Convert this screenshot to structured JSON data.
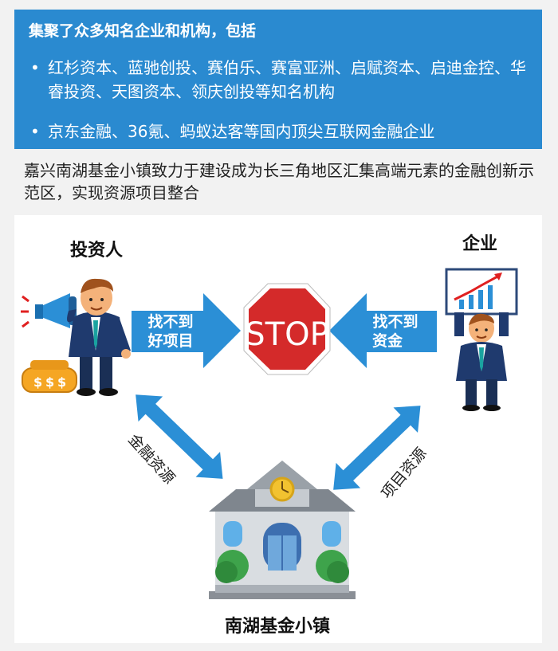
{
  "banner": {
    "title": "集聚了众多知名企业和机构，包括",
    "bullets": [
      "红杉资本、蓝驰创投、赛伯乐、赛富亚洲、启赋资本、启迪金控、华睿投资、天图资本、领庆创投等知名机构",
      "京东金融、36氪、蚂蚁达客等国内顶尖互联网金融企业"
    ],
    "bullet_symbol": "•"
  },
  "intro": "嘉兴南湖基金小镇致力于建设成为长三角地区汇集高端元素的金融创新示范区，实现资源项目整合",
  "diagram": {
    "investor_label": "投资人",
    "enterprise_label": "企业",
    "left_arrow_line1": "找不到",
    "left_arrow_line2": "好项目",
    "right_arrow_line1": "找不到",
    "right_arrow_line2": "资金",
    "stop_text": "STOP",
    "finance_resource": "金融资源",
    "project_resource": "项目资源",
    "town_label": "南湖基金小镇",
    "money_symbol": "$"
  },
  "colors": {
    "banner": "#2a8ad0",
    "arrow": "#2b8fd6",
    "stop": "#d42a2a",
    "suit": "#1f3a6e",
    "skin": "#f4b27a",
    "hair": "#a0521d"
  }
}
